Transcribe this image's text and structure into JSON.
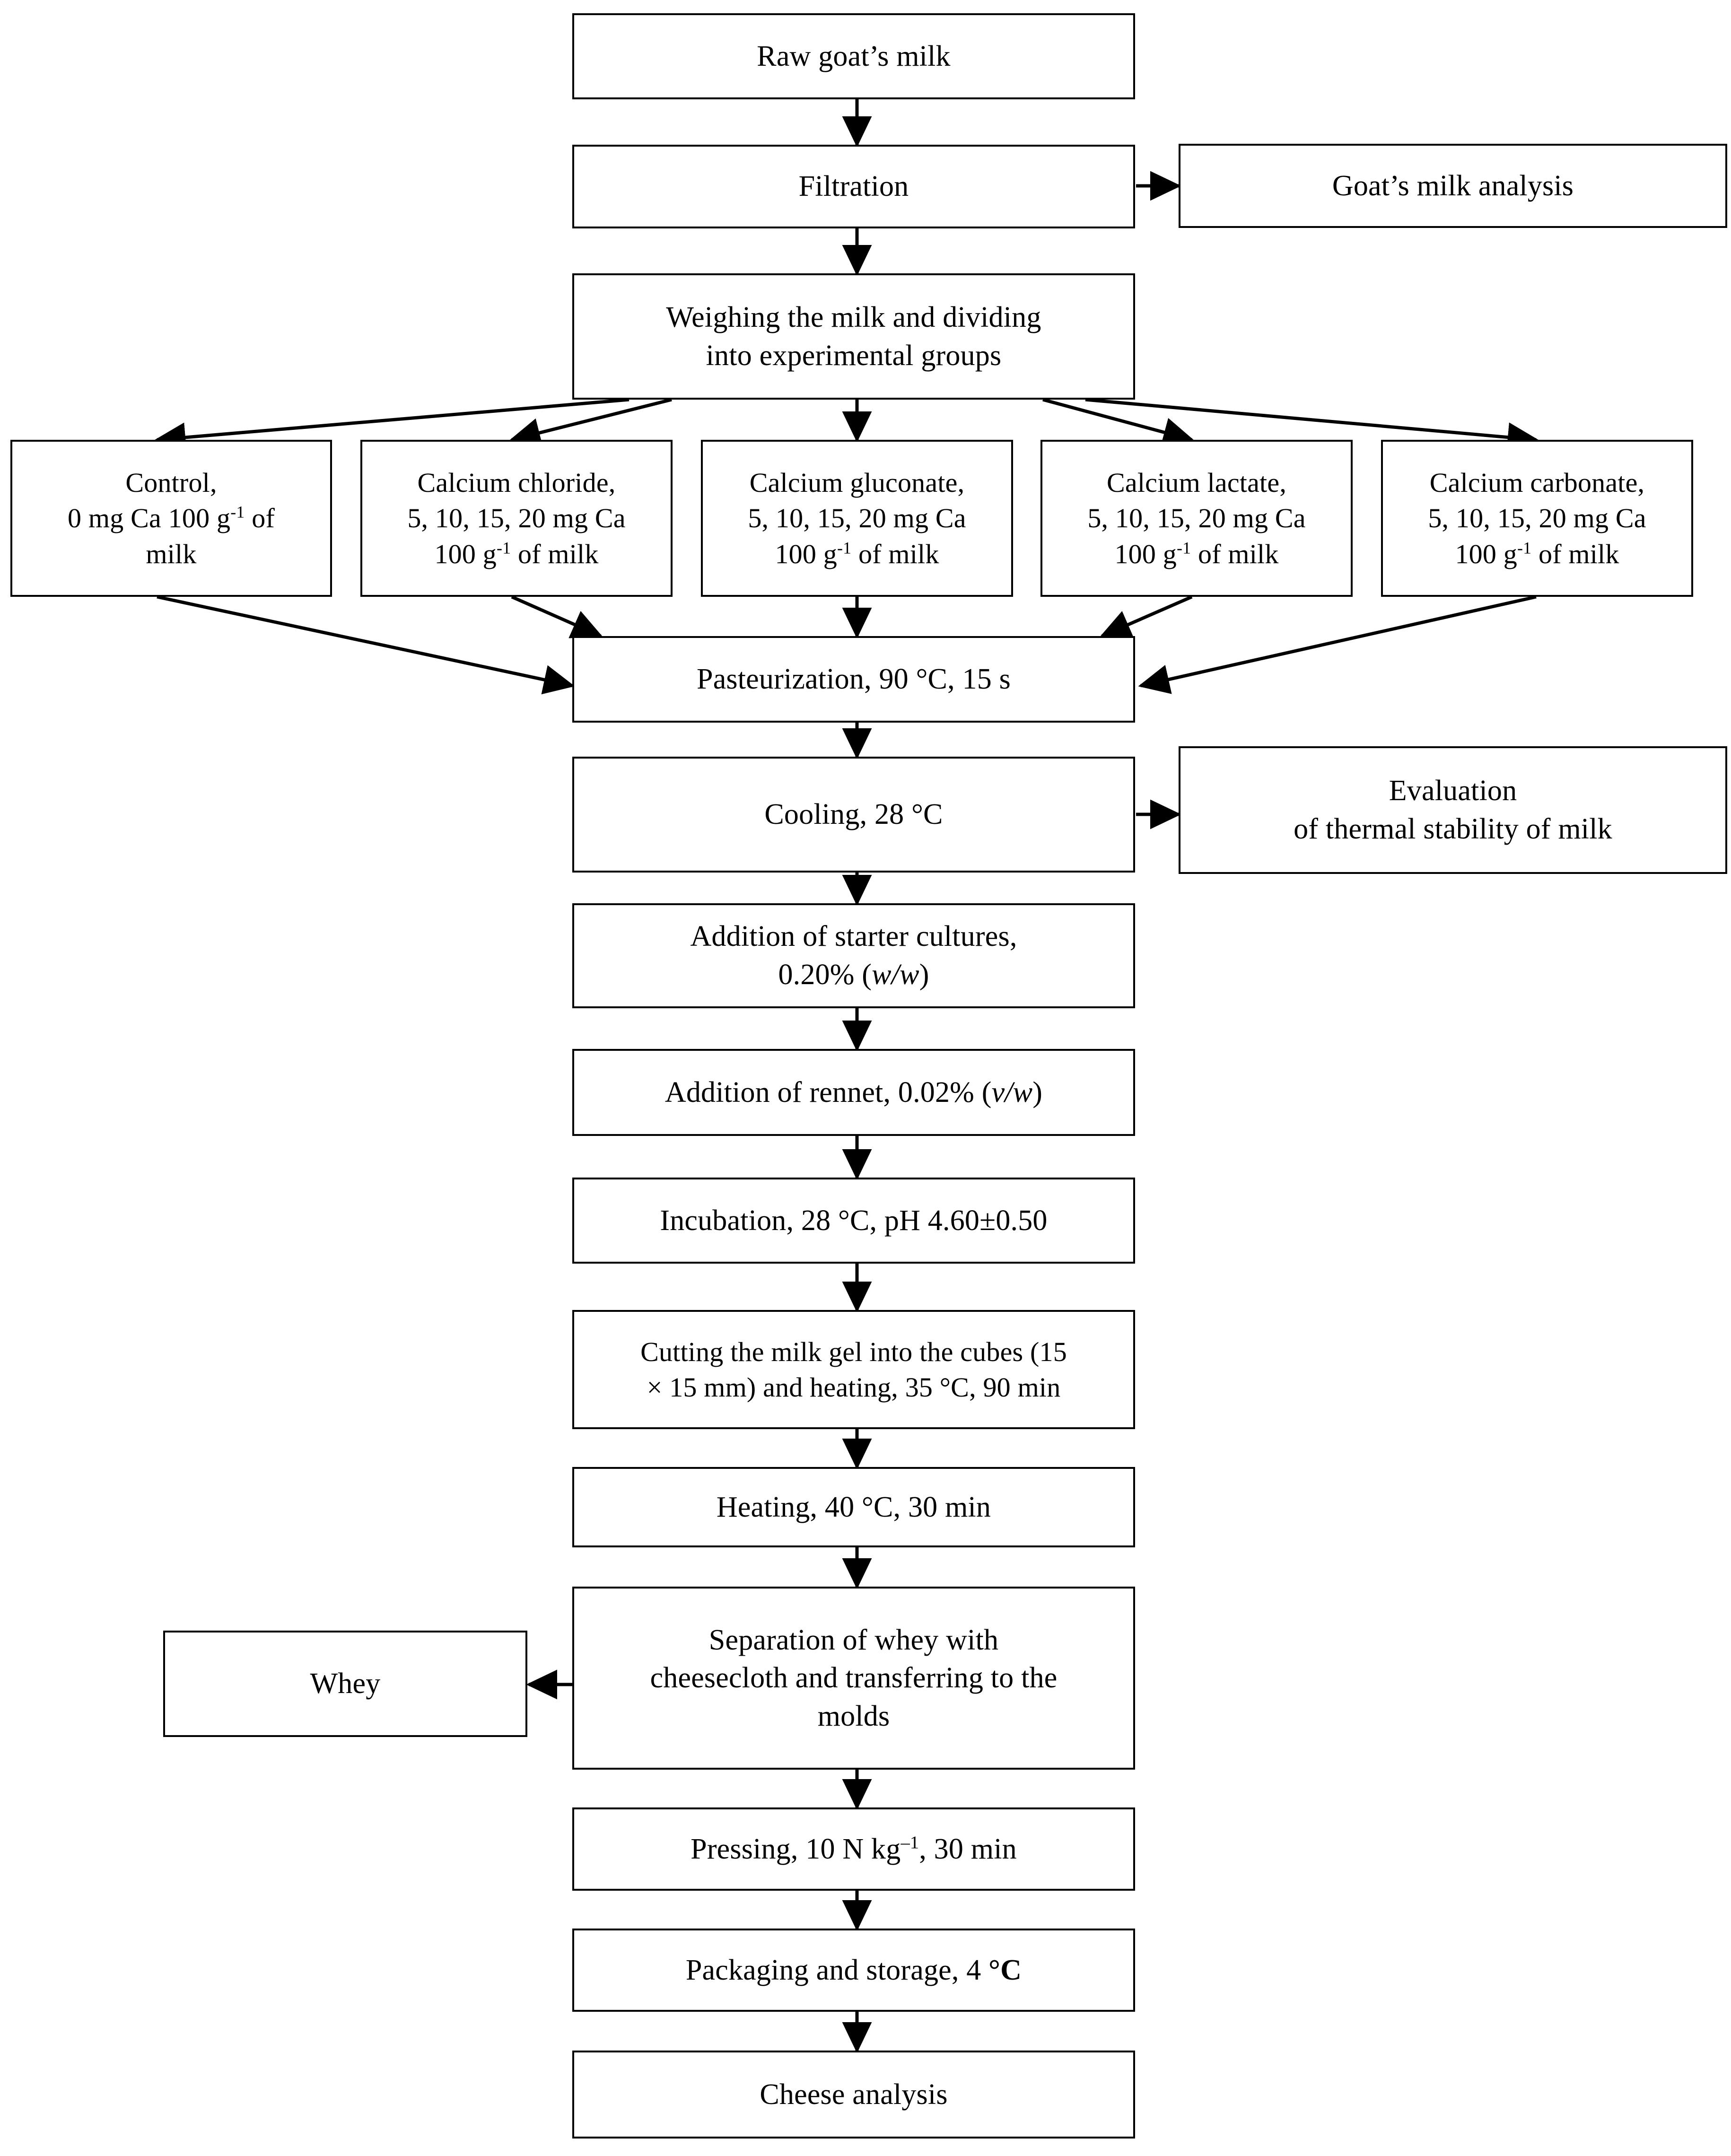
{
  "diagram": {
    "title": "Goat cheese production experimental flowchart",
    "type": "process-flowchart",
    "line_color": "#000000",
    "box_fill": "#ffffff"
  },
  "nodes": {
    "raw_milk": "Raw goat’s milk",
    "filtration": "Filtration",
    "milk_analysis": "Goat’s milk analysis",
    "weighing_l1": "Weighing the milk and dividing",
    "weighing_l2": "into experimental groups",
    "pasteurization": "Pasteurization, 90 °C, 15 s",
    "cooling": "Cooling, 28 °C",
    "thermal_l1": "Evaluation",
    "thermal_l2": "of thermal stability of milk",
    "starter_l1": "Addition of starter cultures,",
    "starter_l2_pre": "0.20% (",
    "starter_l2_it": "w/w",
    "starter_l2_post": ")",
    "rennet_pre": "Addition of rennet, 0.02% (",
    "rennet_it": "v/w",
    "rennet_post": ")",
    "incubation": "Incubation, 28 °C, pH 4.60±0.50",
    "cutting_l1": "Cutting the milk gel into the cubes (15",
    "cutting_l2": "× 15 mm) and heating, 35 °C, 90 min",
    "heating": "Heating,  40 °C, 30 min",
    "separation_l1": "Separation of whey with",
    "separation_l2": "cheesecloth and transferring to the",
    "separation_l3": "molds",
    "whey": "Whey",
    "pressing_pre": "Pressing, 10 N kg",
    "pressing_sup": "–1",
    "pressing_post": ", 30 min",
    "packaging_pre": "Packaging and storage, 4 ",
    "packaging_bold": "°C",
    "cheese_analysis": "Cheese analysis"
  },
  "groups": [
    {
      "id": "control",
      "line1": "Control,",
      "line2_pre": "0 mg Ca 100 g",
      "line2_sup": "-1",
      "line2_post": " of",
      "line3": "milk"
    },
    {
      "id": "calcium-chloride",
      "line1": "Calcium chloride,",
      "line2_pre": "5, 10, 15, 20 mg Ca",
      "line2_sup": "",
      "line2_post": "",
      "line3_pre": "100 g",
      "line3_sup": "-1",
      "line3_post": " of milk"
    },
    {
      "id": "calcium-gluconate",
      "line1": "Calcium gluconate,",
      "line2_pre": "5, 10, 15, 20 mg Ca",
      "line2_sup": "",
      "line2_post": "",
      "line3_pre": "100 g",
      "line3_sup": "-1",
      "line3_post": " of milk"
    },
    {
      "id": "calcium-lactate",
      "line1": "Calcium lactate,",
      "line2_pre": "5, 10, 15, 20 mg Ca",
      "line2_sup": "",
      "line2_post": "",
      "line3_pre": "100 g",
      "line3_sup": "-1",
      "line3_post": " of milk"
    },
    {
      "id": "calcium-carbonate",
      "line1": "Calcium carbonate,",
      "line2_pre": "5, 10, 15, 20 mg Ca",
      "line2_sup": "",
      "line2_post": "",
      "line3_pre": "100 g",
      "line3_sup": "-1",
      "line3_post": " of milk"
    }
  ]
}
